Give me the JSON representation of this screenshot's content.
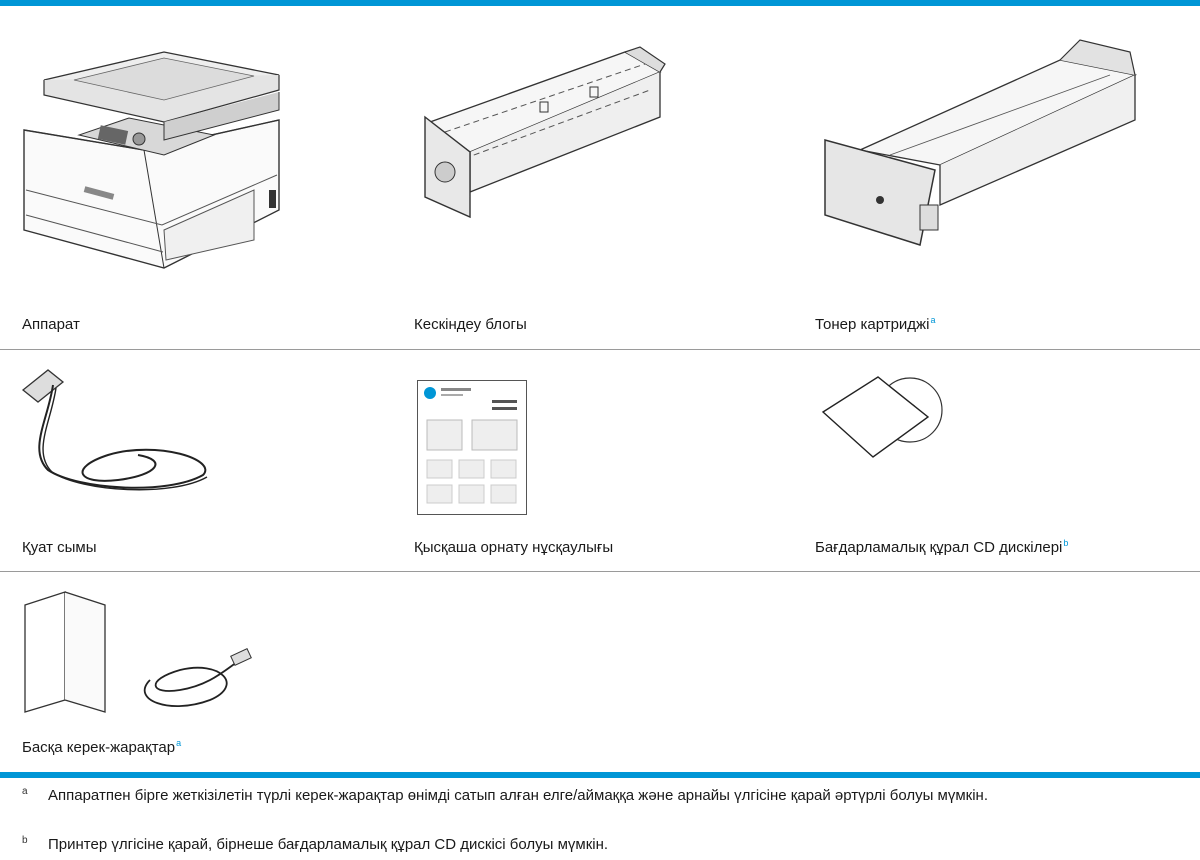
{
  "items": [
    {
      "label": "Аппарат",
      "note": ""
    },
    {
      "label": "Кескіндеу блогы",
      "note": ""
    },
    {
      "label": "Тонер картриджі",
      "note": "a"
    },
    {
      "label": "Қуат сымы",
      "note": ""
    },
    {
      "label": "Қысқаша орнату нұсқаулығы",
      "note": ""
    },
    {
      "label": "Бағдарламалық құрал CD дискілері",
      "note": "b"
    },
    {
      "label": "Басқа керек-жарақтар",
      "note": "a"
    }
  ],
  "footnotes": [
    {
      "mark": "a",
      "text": "Аппаратпен бірге жеткізілетін түрлі керек-жарақтар өнімді сатып алған елге/аймаққа және арнайы үлгісіне қарай әртүрлі болуы мүмкін."
    },
    {
      "mark": "b",
      "text": "Принтер үлгісіне қарай, бірнеше бағдарламалық құрал CD дискісі болуы мүмкін."
    }
  ],
  "colors": {
    "accent": "#0096d6",
    "separator": "#9a9a9a"
  }
}
